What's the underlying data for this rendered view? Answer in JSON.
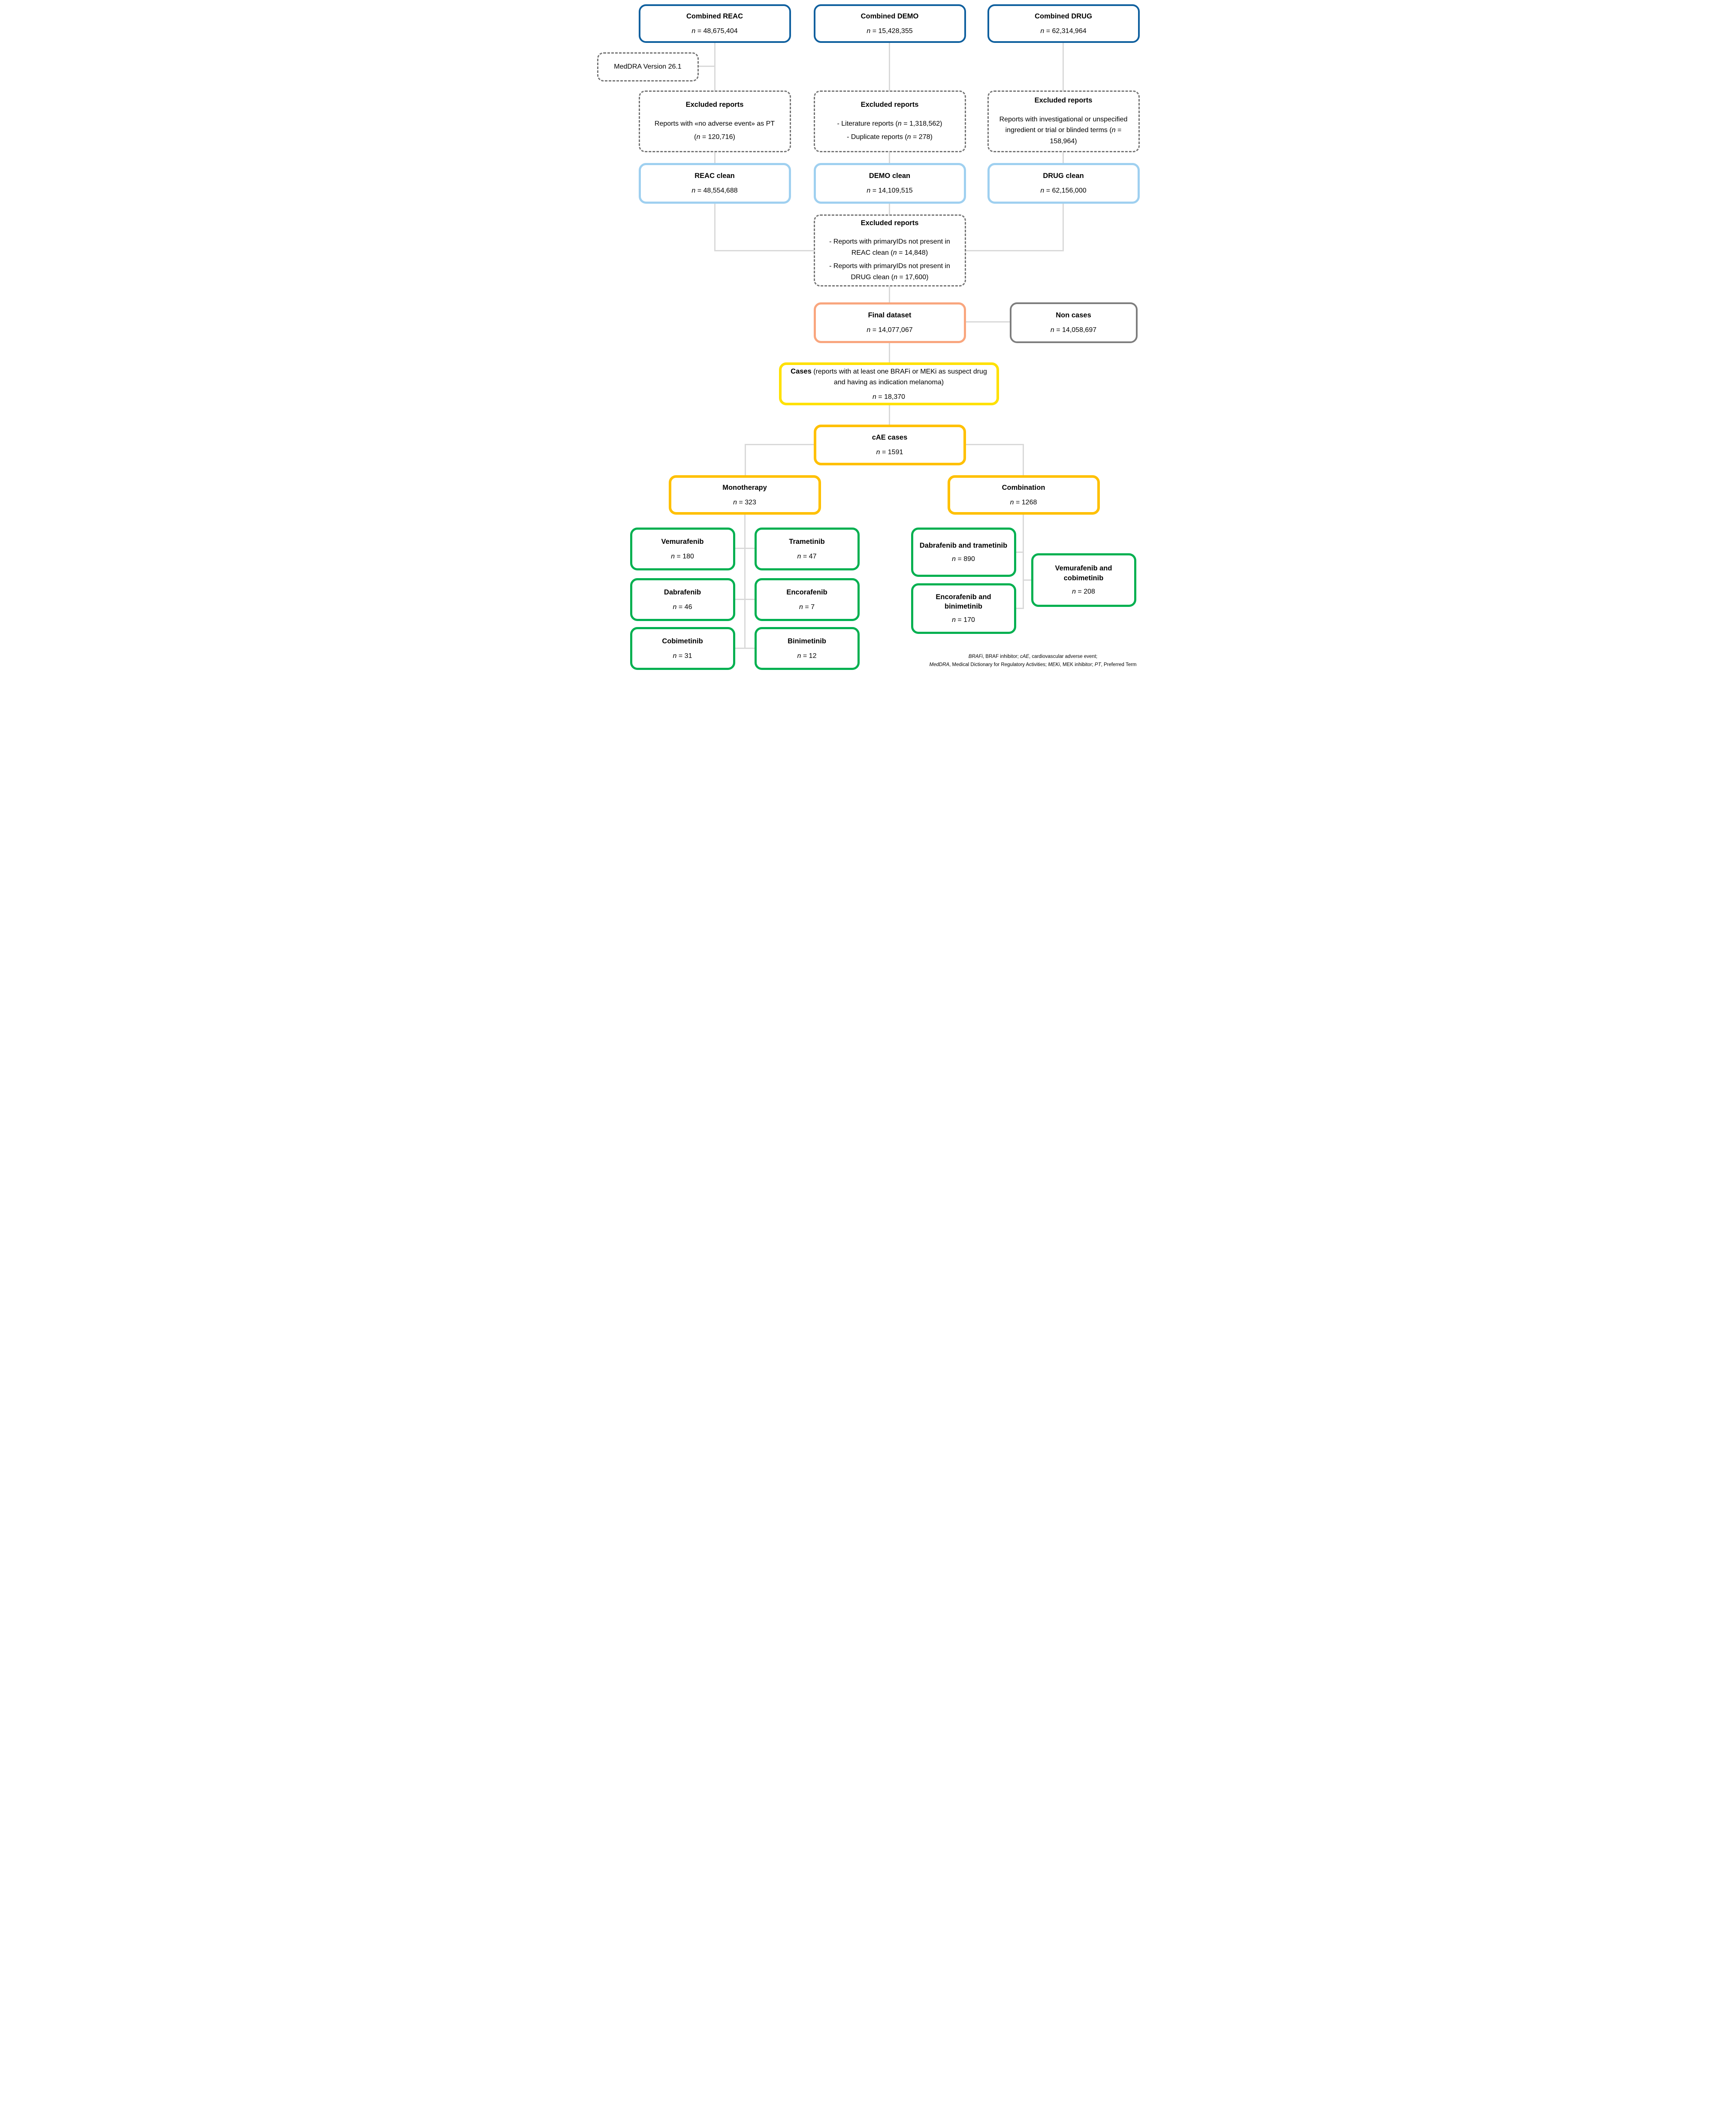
{
  "colors": {
    "dark-blue": "#0e5f9e",
    "light-blue": "#9fd0f0",
    "dash-gray": "#757575",
    "salmon": "#f9a67e",
    "gray": "#7d7d7d",
    "yellow": "#ffe100",
    "gold": "#ffc000",
    "green": "#00b050",
    "connector": "#d9d9d9"
  },
  "boxes": {
    "combined_reac": {
      "title": "Combined REAC",
      "n_line": "n = 48,675,404"
    },
    "combined_demo": {
      "title": "Combined DEMO",
      "n_line": "n = 15,428,355"
    },
    "combined_drug": {
      "title": "Combined DRUG",
      "n_line": "n = 62,314,964"
    },
    "meddra": {
      "label": "MedDRA Version 26.1"
    },
    "excluded_reac": {
      "title": "Excluded reports",
      "lines": [
        "Reports with «no adverse event» as PT",
        "(n = 120,716)"
      ]
    },
    "excluded_demo": {
      "title": "Excluded reports",
      "lines": [
        "- Literature reports (n = 1,318,562)",
        "- Duplicate reports (n = 278)"
      ]
    },
    "excluded_drug": {
      "title": "Excluded reports",
      "lines": [
        "Reports with investigational or unspecified ingredient or trial or blinded terms (n = 158,964)"
      ]
    },
    "reac_clean": {
      "title": "REAC clean",
      "n_line": "n = 48,554,688"
    },
    "demo_clean": {
      "title": "DEMO clean",
      "n_line": "n = 14,109,515"
    },
    "drug_clean": {
      "title": "DRUG clean",
      "n_line": "n = 62,156,000"
    },
    "excluded_merge": {
      "title": "Excluded reports",
      "lines": [
        "- Reports with primaryIDs not present in REAC clean (n = 14,848)",
        "- Reports with primaryIDs not present in DRUG clean (n = 17,600)"
      ]
    },
    "final_dataset": {
      "title": "Final dataset",
      "n_line": "n = 14,077,067"
    },
    "non_cases": {
      "title": "Non cases",
      "n_line": "n = 14,058,697"
    },
    "cases": {
      "title": "Cases",
      "desc": " (reports with at least one BRAFi or MEKi as suspect drug and having as indication melanoma)",
      "n_line": "n = 18,370"
    },
    "cae_cases": {
      "title": "cAE cases",
      "n_line": "n = 1591"
    },
    "monotherapy": {
      "title": "Monotherapy",
      "n_line": "n = 323"
    },
    "combination": {
      "title": "Combination",
      "n_line": "n = 1268"
    },
    "vemurafenib": {
      "title": "Vemurafenib",
      "n_line": "n = 180"
    },
    "trametinib": {
      "title": "Trametinib",
      "n_line": "n = 47"
    },
    "dabrafenib": {
      "title": "Dabrafenib",
      "n_line": "n = 46"
    },
    "encorafenib": {
      "title": "Encorafenib",
      "n_line": "n = 7"
    },
    "cobimetinib": {
      "title": "Cobimetinib",
      "n_line": "n = 31"
    },
    "binimetinib": {
      "title": "Binimetinib",
      "n_line": "n = 12"
    },
    "dabrafenib_trametinib": {
      "title": "Dabrafenib and trametinib",
      "n_line": "n = 890"
    },
    "encorafenib_binimetinib": {
      "title": "Encorafenib and binimetinib",
      "n_line": "n = 170"
    },
    "vemurafenib_cobimetinib": {
      "title": "Vemurafenib and cobimetinib",
      "n_line": "n = 208"
    }
  },
  "footer": {
    "lines": [
      [
        {
          "t": "BRAFi",
          "i": true
        },
        {
          "t": ", BRAF inhibitor; "
        },
        {
          "t": "cAE",
          "i": true
        },
        {
          "t": ", cardiovascular adverse event;"
        }
      ],
      [
        {
          "t": "MedDRA",
          "i": true
        },
        {
          "t": ", Medical Dictionary for Regulatory Activities; "
        },
        {
          "t": "MEKi",
          "i": true
        },
        {
          "t": ", MEK inhibitor; "
        },
        {
          "t": "PT",
          "i": true
        },
        {
          "t": ", Preferred Term"
        }
      ]
    ]
  }
}
